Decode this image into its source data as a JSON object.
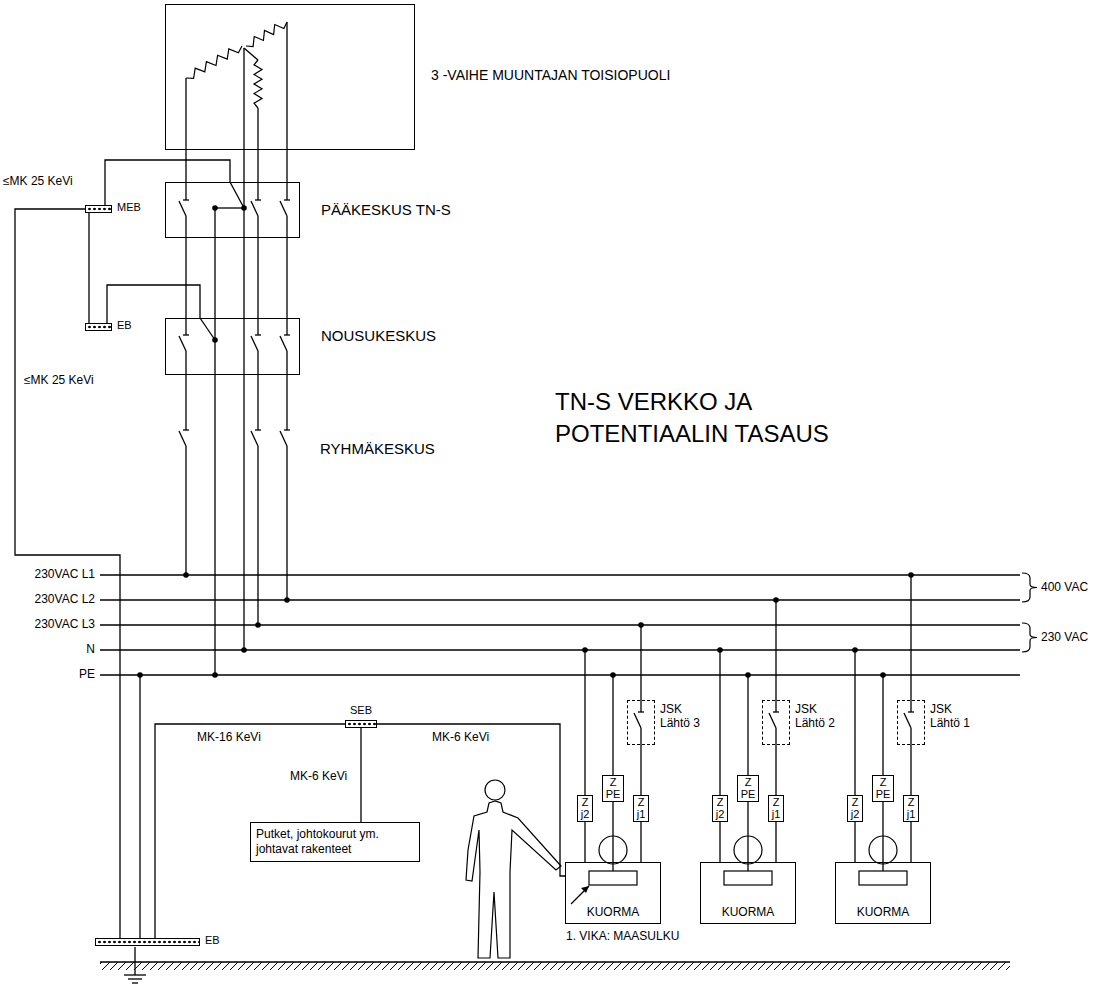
{
  "diagram": {
    "title": "TN-S VERKKO JA POTENTIAALIN TASAUS",
    "nodes": [
      {
        "text": [
          "3 -VAIHE MUUNTAJAN TOISIOPUOLI"
        ]
      },
      {
        "text": [
          "MEB"
        ]
      },
      {
        "text": [
          "PÄÄKESKUS TN-S"
        ]
      },
      {
        "text": [
          "EB"
        ]
      },
      {
        "text": [
          "NOUSUKESKUS"
        ]
      },
      {
        "text": [
          "SEB"
        ]
      },
      {
        "text": [
          "JSK Lähtö 3"
        ]
      },
      {
        "text": [
          "JSK Lähtö 2"
        ]
      },
      {
        "text": [
          "JSK Lähtö 1"
        ]
      },
      {
        "text": [
          "Z PE"
        ]
      },
      {
        "text": [
          "Z j2"
        ]
      },
      {
        "text": [
          "Z j1"
        ]
      },
      {
        "text": [
          "Z PE"
        ]
      },
      {
        "text": [
          "Z j2"
        ]
      },
      {
        "text": [
          "Z j1"
        ]
      },
      {
        "text": [
          "Z PE"
        ]
      },
      {
        "text": [
          "Z j2"
        ]
      },
      {
        "text": [
          "Z j1"
        ]
      },
      {
        "text": [
          "Putket, johtokourut ym. johtavat rakenteet"
        ]
      },
      {
        "text": [
          "KUORMA"
        ]
      },
      {
        "text": [
          "KUORMA"
        ]
      },
      {
        "text": [
          "KUORMA"
        ]
      },
      {
        "text": [
          "EB"
        ]
      }
    ],
    "edges": [
      {
        "from": 0,
        "to": 2,
        "arrow": "none"
      },
      {
        "from": 2,
        "to": 4,
        "arrow": "none"
      },
      {
        "from": 1,
        "to": 2,
        "arrow": "none"
      },
      {
        "from": 1,
        "to": 3,
        "arrow": "none"
      },
      {
        "from": 3,
        "to": 4,
        "arrow": "none"
      },
      {
        "from": 1,
        "to": 22,
        "label": "≤MK 25 KeVi",
        "arrow": "none"
      },
      {
        "from": 5,
        "to": 22,
        "label": "MK-16 KeVi",
        "arrow": "none"
      },
      {
        "from": 5,
        "to": 18,
        "label": "MK-6 KeVi",
        "arrow": "none"
      },
      {
        "from": 5,
        "to": 19,
        "label": "MK-6 KeVi",
        "arrow": "none"
      },
      {
        "from": 6,
        "to": 11,
        "arrow": "none"
      },
      {
        "from": 7,
        "to": 14,
        "arrow": "none"
      },
      {
        "from": 8,
        "to": 17,
        "arrow": "none"
      },
      {
        "from": 9,
        "to": 19,
        "arrow": "none"
      },
      {
        "from": 10,
        "to": 19,
        "arrow": "none"
      },
      {
        "from": 11,
        "to": 19,
        "arrow": "none"
      },
      {
        "from": 12,
        "to": 20,
        "arrow": "none"
      },
      {
        "from": 13,
        "to": 20,
        "arrow": "none"
      },
      {
        "from": 14,
        "to": 20,
        "arrow": "none"
      },
      {
        "from": 15,
        "to": 21,
        "arrow": "none"
      },
      {
        "from": 16,
        "to": 21,
        "arrow": "none"
      },
      {
        "from": 17,
        "to": 21,
        "arrow": "none"
      }
    ],
    "labels": [
      "≤MK 25 KeVi",
      "RYHMÄKESKUS",
      "230VAC L1",
      "230VAC L2",
      "230VAC L3",
      "N",
      "PE",
      "400 VAC",
      "230 VAC",
      "1. VIKA: MAASULKU"
    ]
  }
}
